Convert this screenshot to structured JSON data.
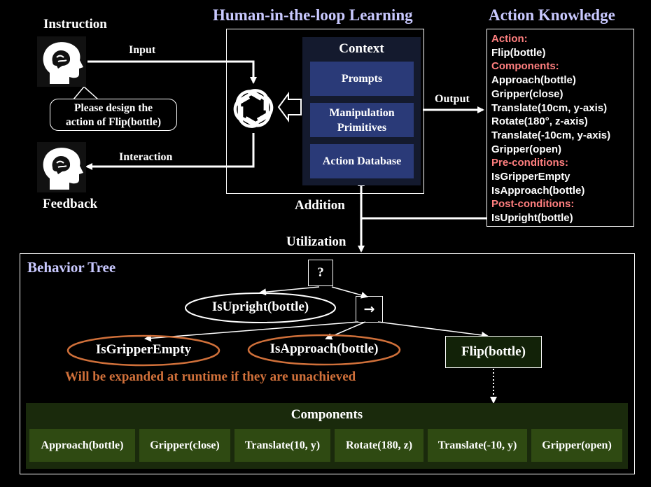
{
  "titles": {
    "hitl": "Human-in-the-loop Learning",
    "action_knowledge": "Action Knowledge",
    "behavior_tree": "Behavior Tree"
  },
  "left": {
    "instruction": "Instruction",
    "feedback": "Feedback",
    "input": "Input",
    "interaction": "Interaction",
    "bubble_line1": "Please design the",
    "bubble_line2": "action of Flip(bottle)"
  },
  "context": {
    "title": "Context",
    "items": [
      "Prompts",
      "Manipulation Primitives",
      "Action Database"
    ]
  },
  "flow": {
    "output": "Output",
    "addition": "Addition",
    "utilization": "Utilization"
  },
  "action_knowledge": {
    "lines": [
      {
        "text": "Action:",
        "style": "header"
      },
      {
        "text": "Flip(bottle)",
        "style": "item"
      },
      {
        "text": "Components:",
        "style": "header"
      },
      {
        "text": "Approach(bottle)",
        "style": "item"
      },
      {
        "text": "Gripper(close)",
        "style": "item"
      },
      {
        "text": "Translate(10cm, y-axis)",
        "style": "item"
      },
      {
        "text": "Rotate(180°, z-axis)",
        "style": "item"
      },
      {
        "text": "Translate(-10cm, y-axis)",
        "style": "item"
      },
      {
        "text": "Gripper(open)",
        "style": "item"
      },
      {
        "text": "Pre-conditions:",
        "style": "header"
      },
      {
        "text": "IsGripperEmpty",
        "style": "item"
      },
      {
        "text": "IsApproach(bottle)",
        "style": "item"
      },
      {
        "text": "Post-conditions:",
        "style": "header"
      },
      {
        "text": "IsUpright(bottle)",
        "style": "item"
      }
    ]
  },
  "tree": {
    "fallback": "?",
    "sequence": "→",
    "is_upright": "IsUpright(bottle)",
    "is_gripper_empty": "IsGripperEmpty",
    "is_approach": "IsApproach(bottle)",
    "flip": "Flip(bottle)",
    "note": "Will be expanded at runtime if they are unachieved"
  },
  "components": {
    "title": "Components",
    "items": [
      "Approach(bottle)",
      "Gripper(close)",
      "Translate(10, y)",
      "Rotate(180, z)",
      "Translate(-10, y)",
      "Gripper(open)"
    ]
  },
  "colors": {
    "title_blue": "#c9c9ff",
    "context_blue": "#2a3a78",
    "component_green": "#2f4a12",
    "condition_orange": "#d0703a",
    "header_red": "#ff7f7f"
  }
}
